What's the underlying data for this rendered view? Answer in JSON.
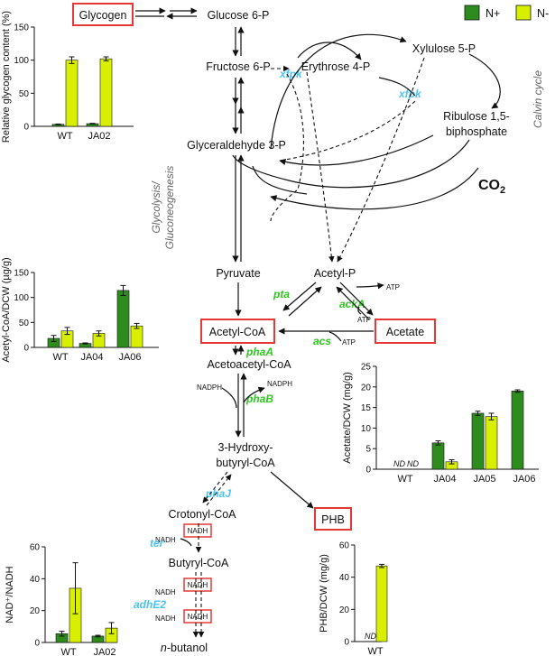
{
  "legend": {
    "items": [
      {
        "label": "N+",
        "color": "#2e8b1e"
      },
      {
        "label": "N-",
        "color": "#d8f000"
      }
    ]
  },
  "pathway": {
    "glycogen": "Glycogen",
    "glucose6p": "Glucose 6-P",
    "fructose6p": "Fructose 6-P",
    "erythrose4p": "Erythrose 4-P",
    "xylulose5p": "Xylulose 5-P",
    "ribulose_l1": "Ribulose 1,5-",
    "ribulose_l2": "biphosphate",
    "calvin": "Calvin cycle",
    "g3p": "Glyceraldehyde 3-P",
    "co2_main": "CO",
    "co2_sub": "2",
    "glyco_l1": "Glycolysis/",
    "glyco_l2": "Gluconeogenesis",
    "pyruvate": "Pyruvate",
    "acetylp": "Acetyl-P",
    "acetylcoa": "Acetyl-CoA",
    "acetate": "Acetate",
    "acetoacetylcoa": "Acetoacetyl-CoA",
    "hydroxy_l1": "3-Hydroxy-",
    "hydroxy_l2": "butyryl-CoA",
    "crotonylcoa": "Crotonyl-CoA",
    "butyrylcoa": "Butyryl-CoA",
    "butanol_n": "n",
    "butanol_rest": "-butanol",
    "phb": "PHB",
    "atp": "ATP",
    "nadph": "NADPH",
    "nadh": "NADH"
  },
  "enzymes": {
    "xfpk": "xfpk",
    "pta": "pta",
    "ackA": "ackA",
    "acs": "acs",
    "phaA": "phaA",
    "phaB": "phaB",
    "phaJ": "phaJ",
    "ter": "ter",
    "adhE2": "adhE2"
  },
  "chart_data": [
    {
      "type": "bar",
      "ylabel": "Relative glycogen content (%)",
      "categories": [
        "WT",
        "JA02"
      ],
      "ylim": [
        0,
        150
      ],
      "yticks": [
        0,
        50,
        100,
        150
      ],
      "series": [
        {
          "name": "N+",
          "values": [
            3,
            4
          ],
          "errors": [
            0.5,
            0.5
          ]
        },
        {
          "name": "N-",
          "values": [
            100,
            102
          ],
          "errors": [
            5,
            3
          ]
        }
      ]
    },
    {
      "type": "bar",
      "ylabel": "Acetyl-CoA/DCW (µg/g)",
      "categories": [
        "WT",
        "JA04",
        "JA06"
      ],
      "ylim": [
        0,
        150
      ],
      "yticks": [
        0,
        50,
        100,
        150
      ],
      "series": [
        {
          "name": "N+",
          "values": [
            18,
            8,
            114
          ],
          "errors": [
            6,
            1,
            10
          ]
        },
        {
          "name": "N-",
          "values": [
            33,
            28,
            43
          ],
          "errors": [
            7,
            5,
            5
          ]
        }
      ]
    },
    {
      "type": "bar",
      "ylabel": "Acetate/DCW (mg/g)",
      "categories": [
        "WT",
        "JA04",
        "JA05",
        "JA06"
      ],
      "ylim": [
        0,
        25
      ],
      "yticks": [
        0,
        5,
        10,
        15,
        20,
        25
      ],
      "annotations": [
        "ND",
        "ND"
      ],
      "series": [
        {
          "name": "N+",
          "values": [
            0,
            6.4,
            13.6,
            19
          ],
          "errors": [
            0,
            0.5,
            0.5,
            0.3
          ]
        },
        {
          "name": "N-",
          "values": [
            0,
            1.8,
            12.8,
            0
          ],
          "errors": [
            0,
            0.5,
            0.8,
            0
          ]
        }
      ]
    },
    {
      "type": "bar",
      "ylabel": "NAD⁺/NADH",
      "categories": [
        "WT",
        "JA02"
      ],
      "ylim": [
        0,
        60
      ],
      "yticks": [
        0,
        20,
        40,
        60
      ],
      "series": [
        {
          "name": "N+",
          "values": [
            5.5,
            4
          ],
          "errors": [
            1.5,
            0.5
          ]
        },
        {
          "name": "N-",
          "values": [
            34,
            9
          ],
          "errors": [
            16,
            3.5
          ]
        }
      ]
    },
    {
      "type": "bar",
      "ylabel": "PHB/DCW (mg/g)",
      "categories": [
        "WT"
      ],
      "ylim": [
        0,
        60
      ],
      "yticks": [
        0,
        20,
        40,
        60
      ],
      "annotations": [
        "ND"
      ],
      "series": [
        {
          "name": "N+",
          "values": [
            0
          ],
          "errors": [
            0
          ]
        },
        {
          "name": "N-",
          "values": [
            47
          ],
          "errors": [
            1
          ]
        }
      ]
    }
  ]
}
